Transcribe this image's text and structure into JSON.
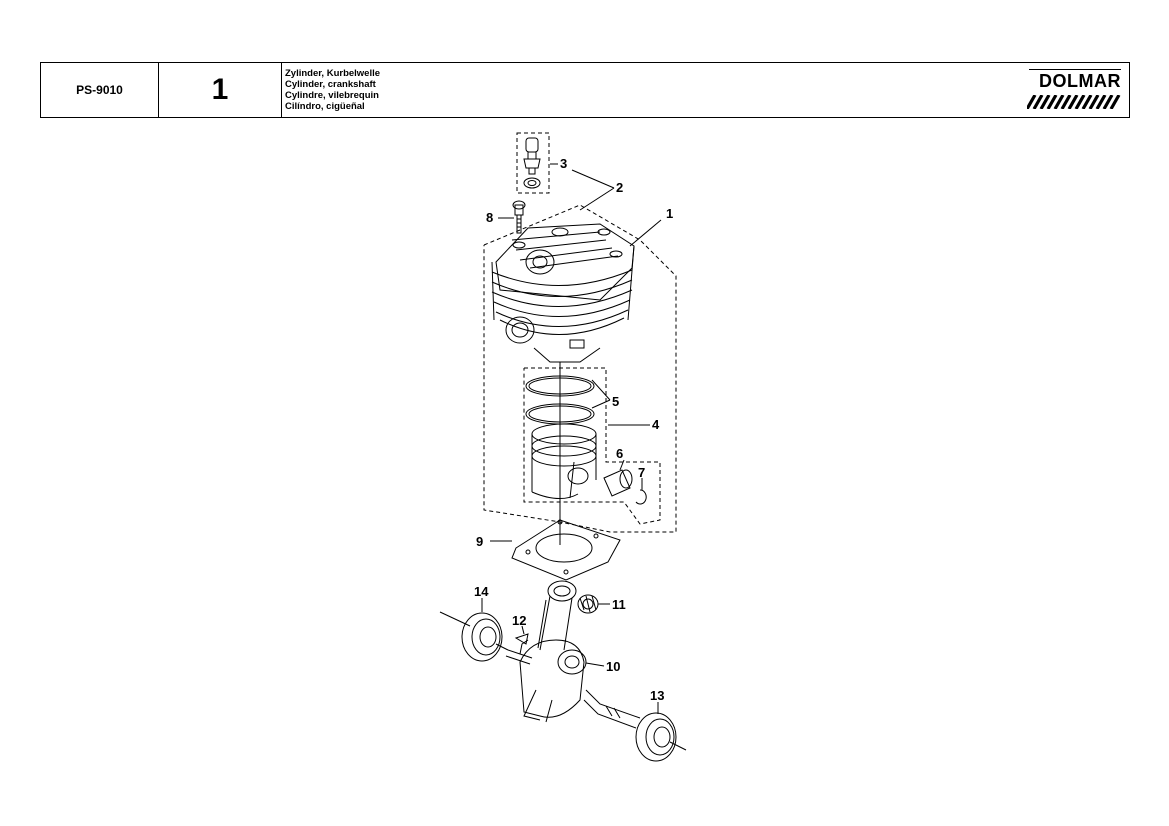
{
  "header": {
    "model": "PS-9010",
    "page_number": "1",
    "titles": [
      "Zylinder, Kurbelwelle",
      "Cylinder, crankshaft",
      "Cylindre, vilebrequin",
      "Cilíndro, cigüeñal"
    ],
    "brand": "DOLMAR"
  },
  "callouts": {
    "c1": "1",
    "c2": "2",
    "c3": "3",
    "c4": "4",
    "c5": "5",
    "c6": "6",
    "c7": "7",
    "c8": "8",
    "c9": "9",
    "c10": "10",
    "c11": "11",
    "c12": "12",
    "c13": "13",
    "c14": "14"
  }
}
